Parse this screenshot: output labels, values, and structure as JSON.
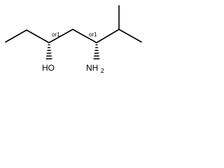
{
  "molecule": {
    "atoms": {
      "oh": {
        "label": "HO"
      },
      "nh2": {
        "main": "NH",
        "sub": "2"
      }
    },
    "stereo": {
      "c3": "or1",
      "c5": "or1"
    }
  }
}
